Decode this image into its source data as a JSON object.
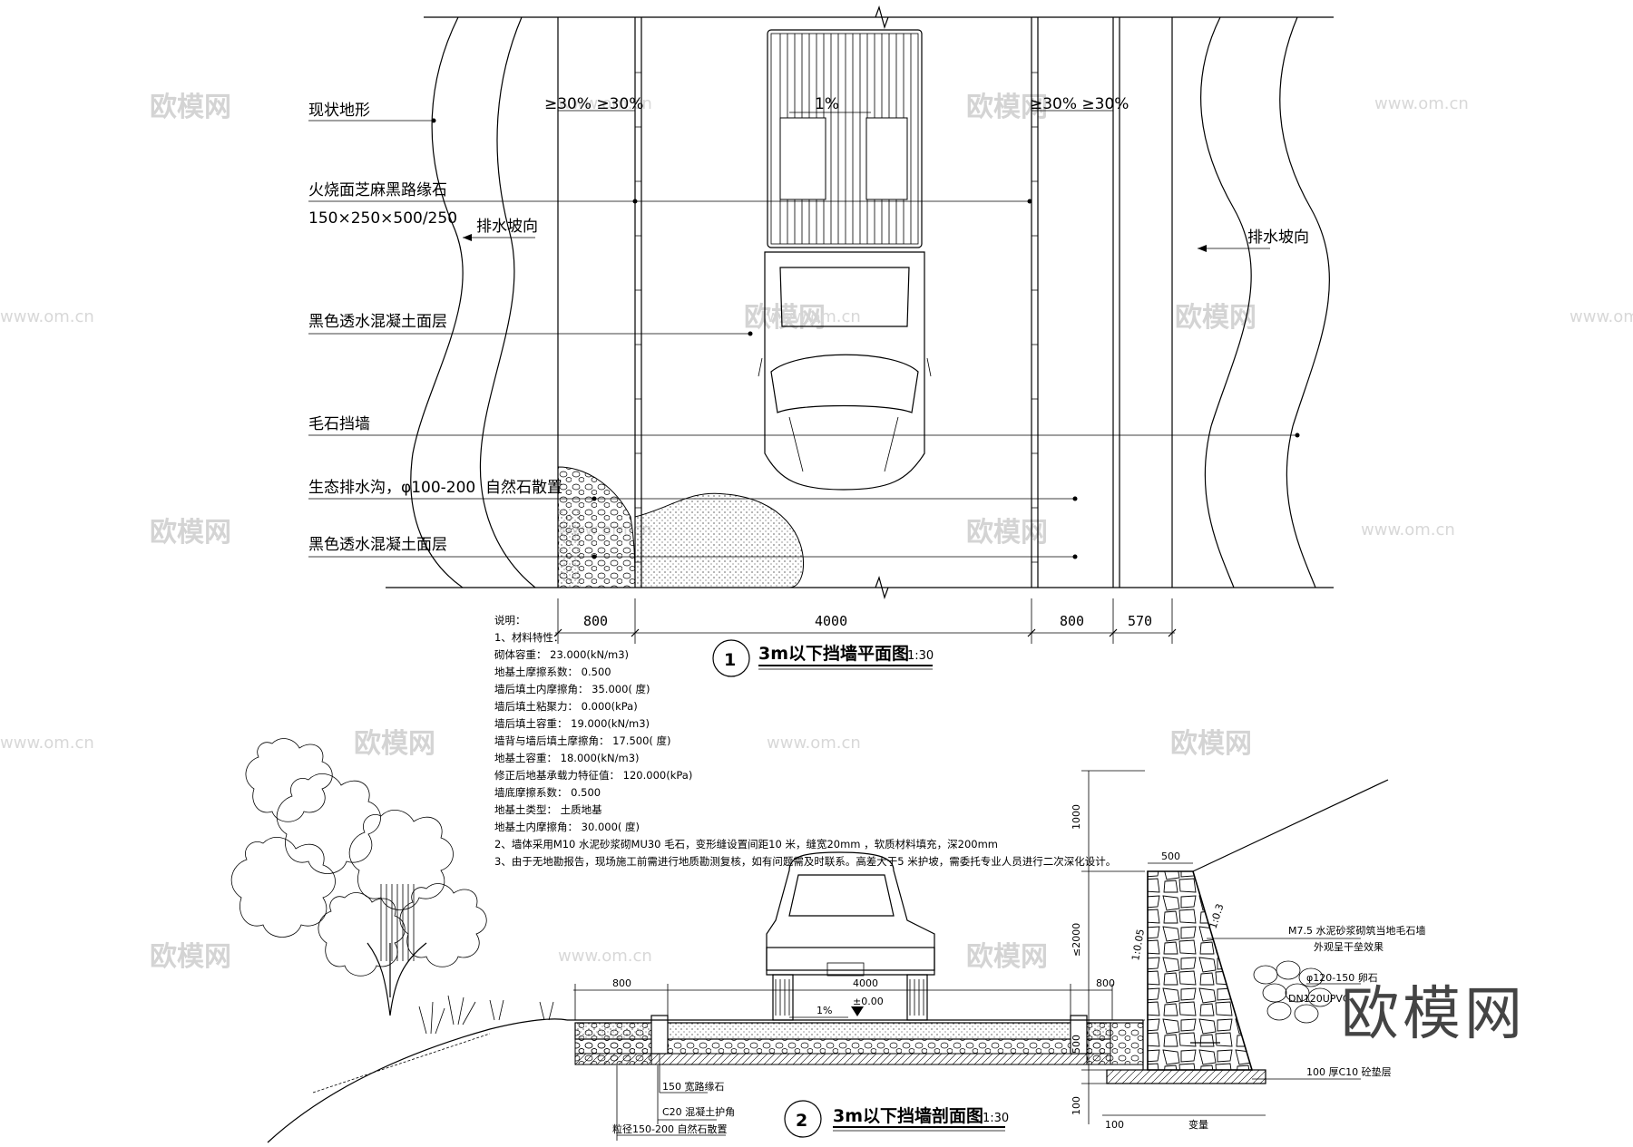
{
  "watermark": {
    "brand": "欧模网",
    "url": "www.om.cn"
  },
  "logo": "欧模网",
  "plan": {
    "labels": {
      "terrain": "现状地形",
      "curb": "火烧面芝麻黑路缘石",
      "curb_spec": "150×250×500/250",
      "drain_left": "排水坡向",
      "drain_right": "排水坡向",
      "concrete_top": "黑色透水混凝土面层",
      "rubble_wall": "毛石挡墙",
      "eco_ditch": "生态排水沟，φ100-200",
      "natural_stone": "自然石散置",
      "concrete_bottom": "黑色透水混凝土面层"
    },
    "slopes": {
      "left": "≥30% ≥30%",
      "center": "1%",
      "right": "≥30% ≥30%"
    },
    "dims": [
      "800",
      "4000",
      "800",
      "570"
    ],
    "title_num": "1",
    "title": "3m以下挡墙平面图",
    "scale": "1:30"
  },
  "notes": {
    "heading": "说明：",
    "lines": [
      "1、材料特性：",
      "砌体容重：  23.000(kN/m3)",
      "地基土摩擦系数：  0.500",
      "墙后填土内摩擦角：  35.000(     度)",
      "墙后填土粘聚力：  0.000(kPa)",
      "墙后填土容重：  19.000(kN/m3)",
      "墙背与墙后填土摩擦角：  17.500(     度)",
      "地基土容重：  18.000(kN/m3)",
      "修正后地基承载力特征值：  120.000(kPa)",
      "墙底摩擦系数：  0.500",
      "地基土类型：  土质地基",
      "地基土内摩擦角：  30.000(     度)",
      "2、墙体采用M10  水泥砂浆砌MU30   毛石，变形缝设置间距10 米，缝宽20mm    ，软质材料填充，深200mm",
      "3、由于无地勘报告，现场施工前需进行地质勘测复核，如有问题需及时联系。高差大于5 米护坡，需委托专业人员进行二次深化设计。"
    ]
  },
  "section": {
    "dims_top": [
      "800",
      "4000",
      "800"
    ],
    "slope": "1%",
    "level": "±0.00",
    "wall_top": "500",
    "height_label": "≤2000",
    "ratio1": "1:0.05",
    "ratio2": "1:0.3",
    "top_h": "1000",
    "labels": {
      "wall": "M7.5 水泥砂浆砌筑当地毛石墙",
      "wall_finish": "外观呈干垒效果",
      "stone": "φ120-150  卵石",
      "pipe": "DN120UPVC",
      "curb": "150 宽路缘石",
      "haunch": "C20 混凝土护角",
      "stone2": "粒径150-200   自然石散置",
      "base": "100 厚C10 砼垫层",
      "var": "变量",
      "d100": "100",
      "d500": "500"
    },
    "title_num": "2",
    "title": "3m以下挡墙剖面图",
    "scale": "1:30"
  }
}
